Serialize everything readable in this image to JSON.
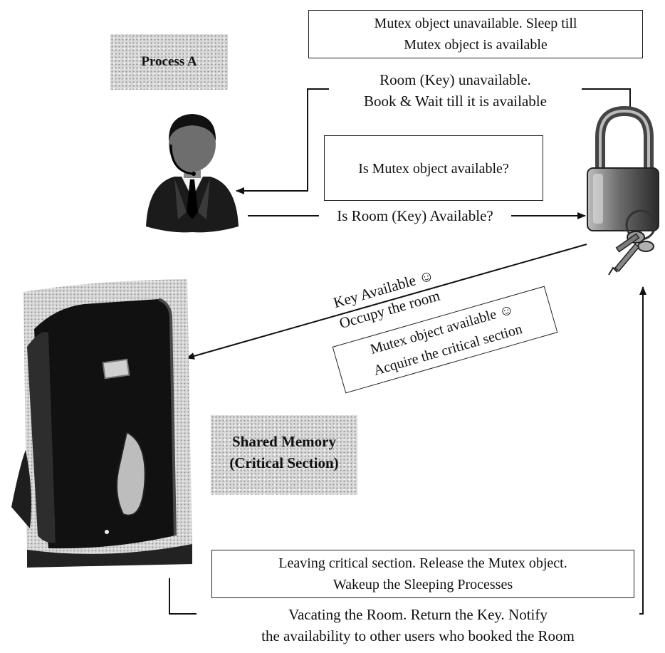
{
  "labels": {
    "process_a": "Process A",
    "mutex_unavailable": [
      "Mutex object unavailable. Sleep till",
      "Mutex object is available"
    ],
    "room_unavailable": [
      "Room (Key) unavailable.",
      "Book & Wait till it is available"
    ],
    "is_mutex_available": "Is Mutex object available?",
    "is_room_available": "Is Room (Key) Available?",
    "key_available": [
      "Key Available ☺",
      "Occupy the room"
    ],
    "mutex_available": [
      "Mutex object available ☺",
      "Acquire the critical section"
    ],
    "shared_memory": [
      "Shared Memory",
      "(Critical Section)"
    ],
    "leaving_critical": [
      "Leaving critical section. Release the Mutex object.",
      "Wakeup the Sleeping Processes"
    ],
    "vacating_room": [
      "Vacating the Room. Return the Key. Notify",
      "the availability to other users who booked the Room"
    ]
  },
  "icons": [
    "person-icon",
    "padlock-icon",
    "keys-icon",
    "door-icon"
  ]
}
